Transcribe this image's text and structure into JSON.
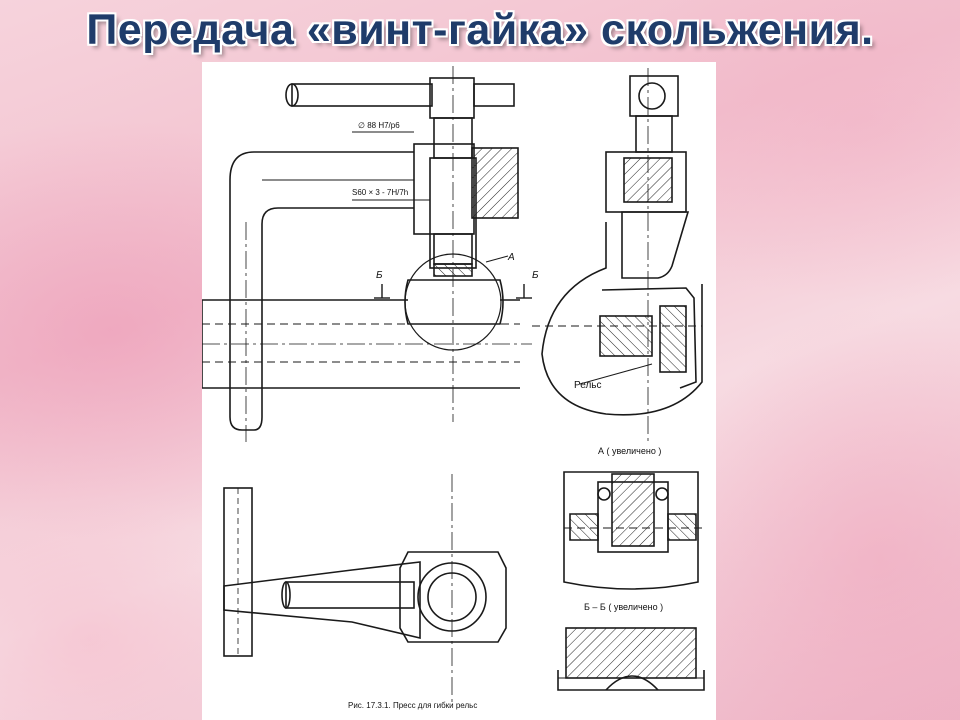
{
  "slide": {
    "title": "Передача «винт-гайка» скольжения."
  },
  "drawing": {
    "dim_diameter": "∅ 88 H7/p6",
    "dim_thread": "S60 × 3 - 7H/7h",
    "section_mark_left": "Б",
    "section_mark_right": "Б",
    "detail_mark": "А",
    "rail_label": "Рельс",
    "detail_a_caption": "А ( увеличено )",
    "section_bb_caption": "Б – Б ( увеличено )",
    "figure_caption": "Рис. 17.3.1. Пресс для гибки рельс"
  }
}
